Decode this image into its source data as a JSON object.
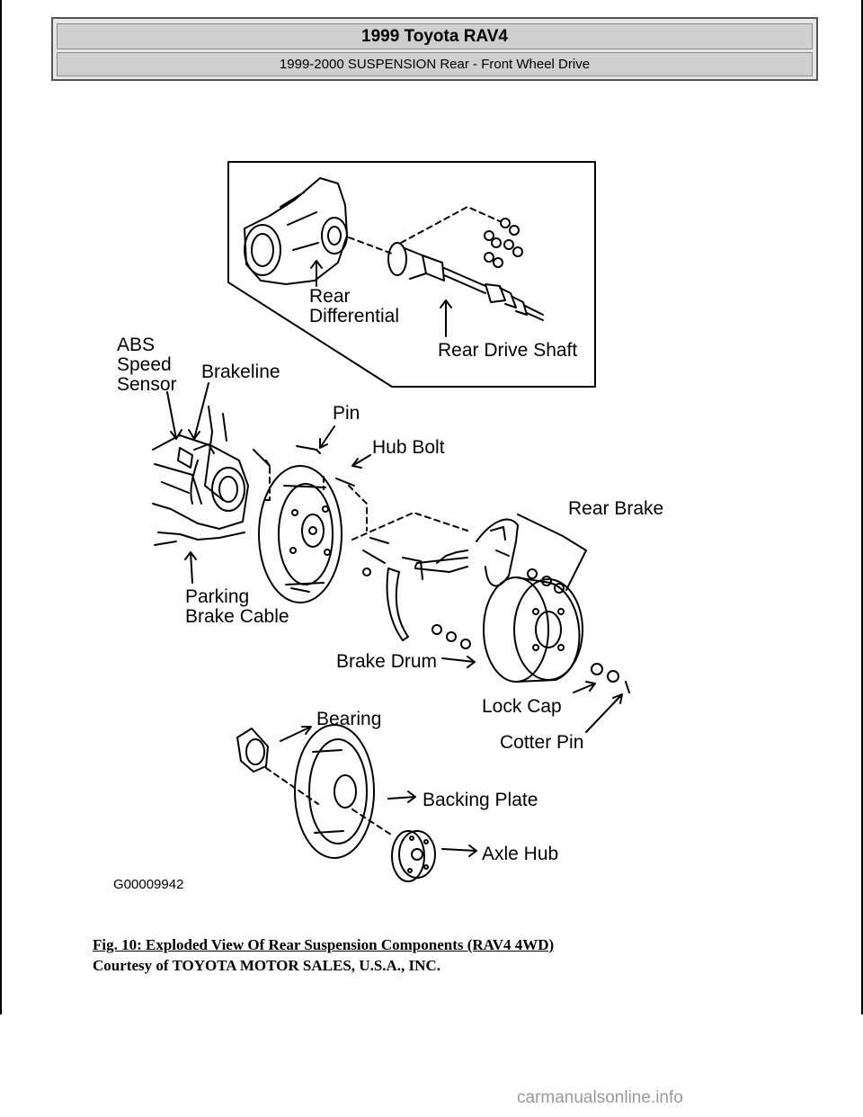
{
  "header": {
    "title": "1999 Toyota RAV4",
    "subtitle": "1999-2000 SUSPENSION Rear - Front Wheel Drive"
  },
  "diagram": {
    "labels": {
      "rear_differential_1": "Rear",
      "rear_differential_2": "Differential",
      "rear_drive_shaft": "Rear Drive Shaft",
      "abs_1": "ABS",
      "abs_2": "Speed",
      "abs_3": "Sensor",
      "brakeline": "Brakeline",
      "pin": "Pin",
      "hub_bolt": "Hub Bolt",
      "rear_brake": "Rear Brake",
      "parking_1": "Parking",
      "parking_2": "Brake Cable",
      "brake_drum": "Brake Drum",
      "lock_cap": "Lock Cap",
      "cotter_pin": "Cotter Pin",
      "bearing": "Bearing",
      "backing_plate": "Backing Plate",
      "axle_hub": "Axle Hub"
    },
    "code": "G00009942"
  },
  "caption": "Fig. 10: Exploded View Of Rear Suspension Components (RAV4 4WD)",
  "courtesy": "Courtesy of TOYOTA MOTOR SALES, U.S.A., INC.",
  "watermark": "carmanualsonline.info"
}
